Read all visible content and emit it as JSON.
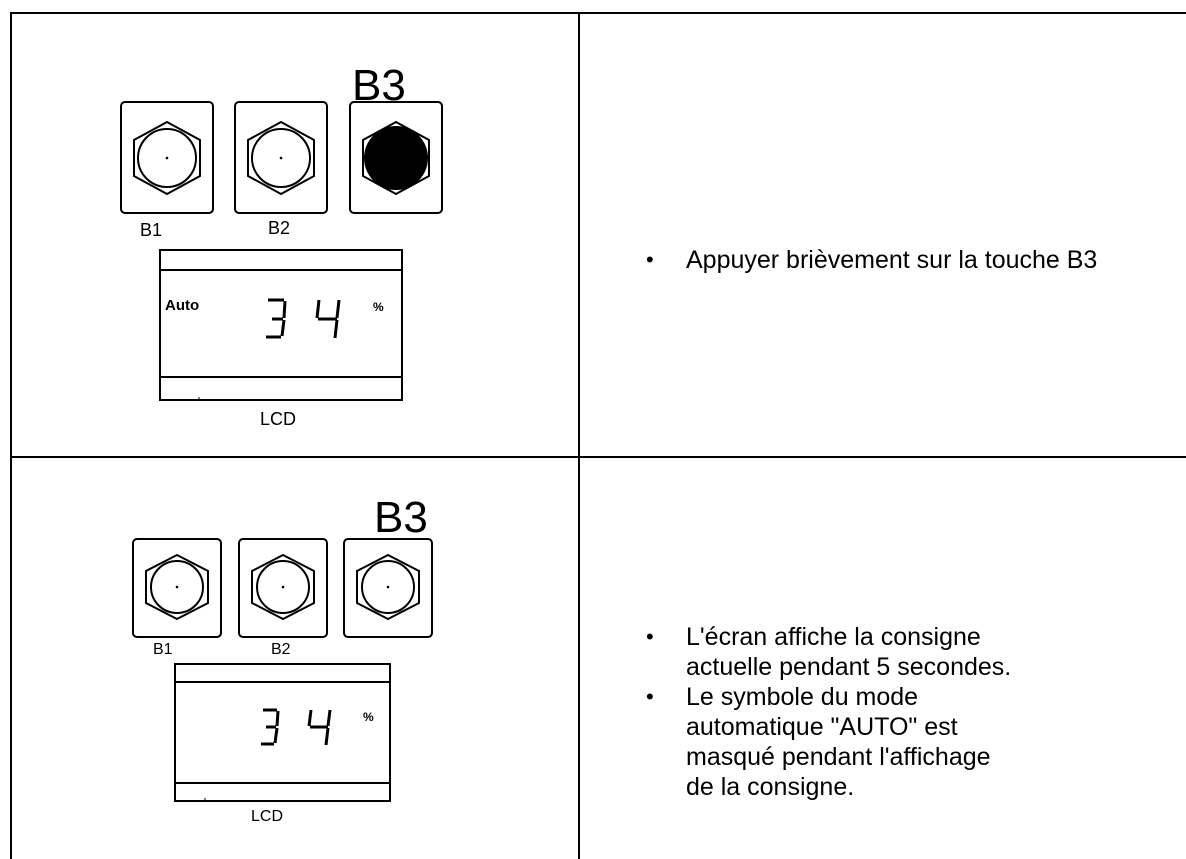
{
  "rows": [
    {
      "title": "B3",
      "buttons": [
        {
          "label": "B1",
          "pressed": false
        },
        {
          "label": "B2",
          "pressed": false
        },
        {
          "label": "",
          "pressed": true
        }
      ],
      "lcd": {
        "mode": "Auto",
        "value": "34",
        "unit": "%",
        "label": "LCD"
      },
      "bullets": [
        "Appuyer brièvement sur la touche B3"
      ]
    },
    {
      "title": "B3",
      "buttons": [
        {
          "label": "B1",
          "pressed": false
        },
        {
          "label": "B2",
          "pressed": false
        },
        {
          "label": "",
          "pressed": false
        }
      ],
      "lcd": {
        "mode": "",
        "value": "34",
        "unit": "%",
        "label": "LCD"
      },
      "bullets": [
        "L'écran affiche la consigne actuelle pendant 5 secondes.",
        "Le symbole du mode automatique \"AUTO\" est masqué pendant l'affichage de la consigne."
      ]
    }
  ]
}
